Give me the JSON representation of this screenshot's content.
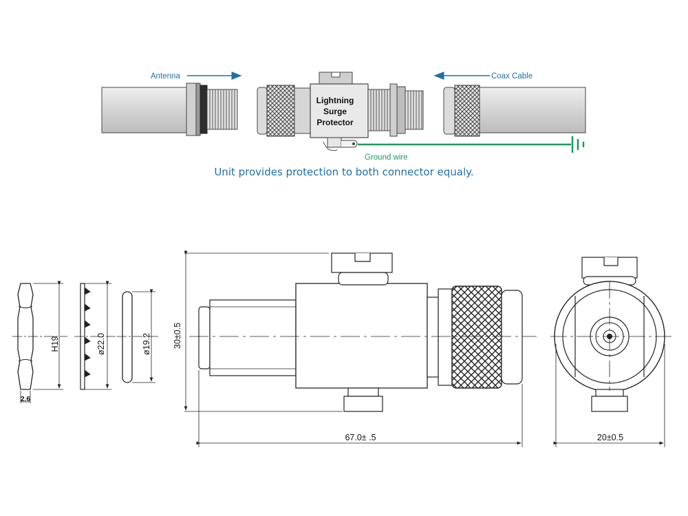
{
  "colors": {
    "accent": "#1f6fa8",
    "ground": "#1a9a5c",
    "body_fill": "#d9d9d9",
    "line": "#3a3a3a"
  },
  "top_diagram": {
    "antenna_label": "Antenna",
    "coax_label": "Coax Cable",
    "protector_title": [
      "Lightning",
      "Surge",
      "Protector"
    ],
    "ground_label": "Ground wire",
    "caption": "Unit provides protection to both connector equaly."
  },
  "dimensions": {
    "nut_height": "H19",
    "nut_thickness": "2.6",
    "washer_diameter": "ø22.0",
    "oring_diameter": "ø19.2",
    "body_height": "30±0.5",
    "body_length": "67.0±  .5",
    "end_width": "20±0.5"
  }
}
